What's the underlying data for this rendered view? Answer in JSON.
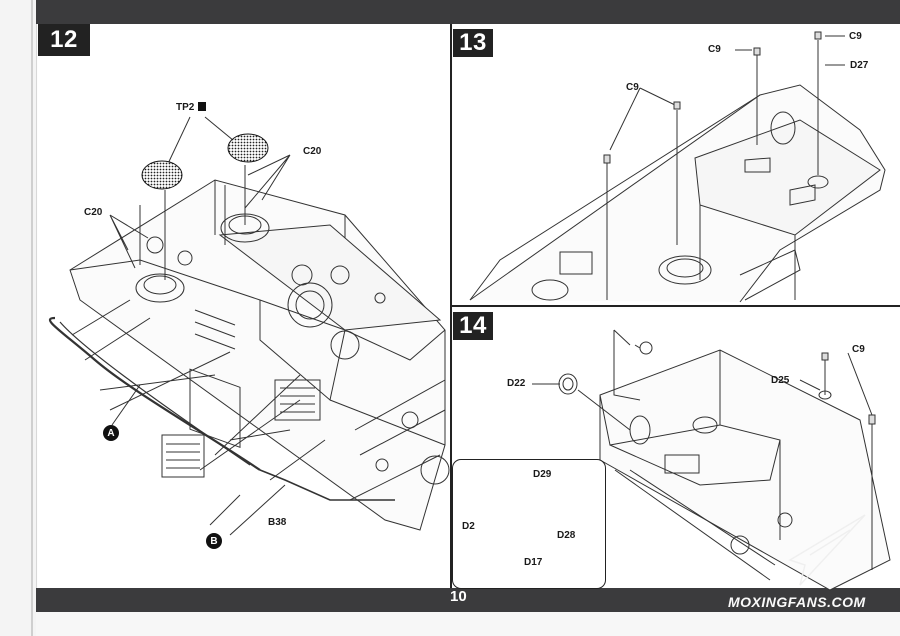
{
  "page": {
    "number": "10",
    "watermark": "MOXINGFANS.COM"
  },
  "steps": [
    {
      "number": "12",
      "labels": {
        "tp2": "TP2",
        "c20_right": "C20",
        "c20_left": "C20",
        "b38": "B38"
      },
      "callouts": {
        "a": "A",
        "b": "B"
      }
    },
    {
      "number": "13",
      "labels": {
        "c9_left": "C9",
        "c9_mid": "C9",
        "c9_right": "C9",
        "d27": "D27"
      }
    },
    {
      "number": "14",
      "labels": {
        "d22": "D22",
        "d25": "D25",
        "c9": "C9"
      },
      "inset": {
        "d29": "D29",
        "d2": "D2",
        "d28": "D28",
        "d17": "D17"
      }
    }
  ]
}
